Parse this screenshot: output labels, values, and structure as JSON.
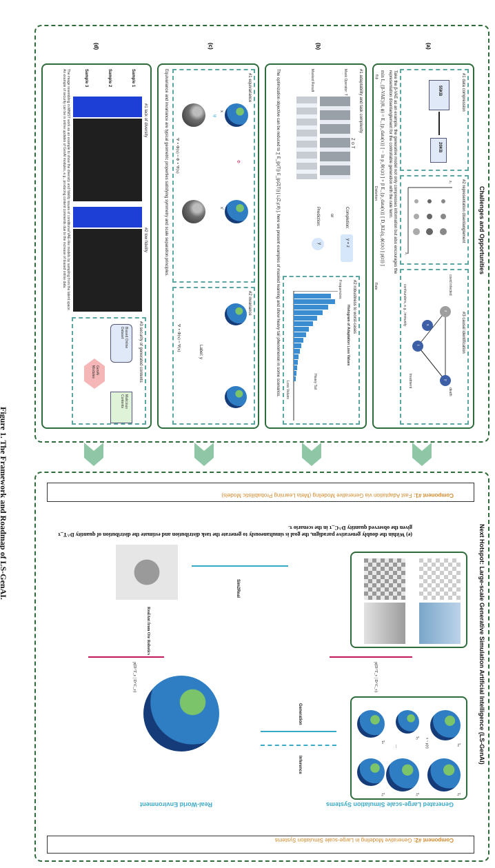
{
  "colors": {
    "frame": "#2e6b3a",
    "teal": "#39a9c9",
    "orange": "#d2882a",
    "arrow": "#c2185b",
    "chevron": "#8fc7a6"
  },
  "left": {
    "title": "Challenges and Opportunities",
    "panel_a": {
      "label": "(a)",
      "c1_title": "#1 data compression",
      "size_from": "55KB",
      "size_to": "20KB",
      "c2_title": "#2 representation disentanglement",
      "axis_z1": "z₁",
      "axis_z2": "z₂",
      "c3_title": "#3 causal identification",
      "causal_nodes": [
        "covid infected",
        "death",
        "treatment",
        "confounders, e.g., immunity"
      ],
      "node_letters": [
        "z",
        "y",
        "t",
        "x"
      ],
      "body1": "Take the β-VAE as an example, the generative model not only compresses information but also encourages the representation disentanglement for the controllable generation with the rate term.",
      "equation": "min L_{β-VAE}(θ, ϕ) = E_{p_data(x)} [ − ln p_θ(x|z) ] + β E_{p_data(x)} [ D_KL(q_ϕ(z|x) || p(z)) ]",
      "eq_sub": "θ,ϕ",
      "eq_label1": "Distortion",
      "eq_label2": "Rate"
    },
    "panel_b": {
      "label": "(b)",
      "s1_title": "#1 adaptability and task complexity",
      "notation": "Z ⊙ T",
      "mask_op": "Mask Operator: T",
      "masked_result": "Masked Result",
      "completion": "Completion:",
      "or": "or",
      "prediction": "Prediction:",
      "y_eq_z": "y = z",
      "y": "y",
      "s2_title": "#2 robustness to worst-cases",
      "hist_title": "Histogram of Adaptation Loss Values",
      "frequencies": "Frequencies",
      "loss_values": "Loss Values",
      "heavy_tail": "Heavy Tail",
      "body": "The optimization objective can be reduced to ∑ E_{p(T)} E_{p(Z|T)} [ L(Z,y;θ) ], here we present examples of masked learning and show heavy tail phenomenon in some scenarios."
    },
    "panel_c": {
      "label": "(c)",
      "s1_title": "#1 equivariance",
      "s2_title": "#2 invariance",
      "x": "x",
      "xp": "x′",
      "phi": "Φ",
      "psi": "ψ",
      "eq1": "Ψ ∘ Φ(x) = Φ ∘ Ψ(x)",
      "eq2": "Ψ ∘ Φ(x) = Ψ(x)",
      "label_y": "Label: y",
      "body": "Equivariance and invariance are typical geometric properties satisfying symmetry and scale separation principles."
    },
    "panel_d": {
      "label": "(d)",
      "s1_title": "#1 lack of diversity",
      "s2_title": "#2 low fidelity",
      "s3_title": "#3 security of generated contents",
      "sample1": "Sample 1",
      "sample2": "Sample 2",
      "sample3": "Sample 3",
      "biased_dataset": "Biased Online Dataset",
      "genai_module": "GenAI Modules",
      "malicious": "Malicious Contents",
      "body": "The image resembling in MNIST work as an example to show the diversity and fidelity issues of conditional VAE-like models by sampling from the latent space. An example of security can be in online updates of GenAI modules, e.g., producing content comments due to the increase of biased online data."
    }
  },
  "right": {
    "title": "Next Hotspot: Large-scale Generative Simulation Artificial Intelligence (LS-GenAI)",
    "component2_label": "Component #2:",
    "component2_text": "Generative Modeling in Large-scale Simulation Systems",
    "component1_label": "Component #1:",
    "component1_text": "Fast Adaptation via Generative Modeling (Meta Learning Probabilistic Models)",
    "gen_systems": "Generated Large-scale Simulation Systems",
    "task_labels": [
      "τ₁",
      "τ₂",
      "τ₃",
      "τ₄",
      "τ₅",
      "τₙ"
    ],
    "ellipsis": "...",
    "tau_dist": "τ ~ p(τ)",
    "real_world": "Real-World Environment",
    "inference": "Inference",
    "generation": "Generation",
    "p_sim": "p(D^T_τ | D^C_τ)",
    "p_real": "p(D^T_ε | D^C_ε)",
    "sim2real": "Sim2Real",
    "realant": "RealAnt from Ote Robotics",
    "caption_e": "(e) Within the doubly generative paradigm, the goal is simultaneously to generate the task distribution and estimate the distribution of quantity D^T_τ given the observed quantity D^C_τ in the scenario τ."
  },
  "figure_caption": "Figure 1. The Framework and Roadmap of LS-GenAI."
}
